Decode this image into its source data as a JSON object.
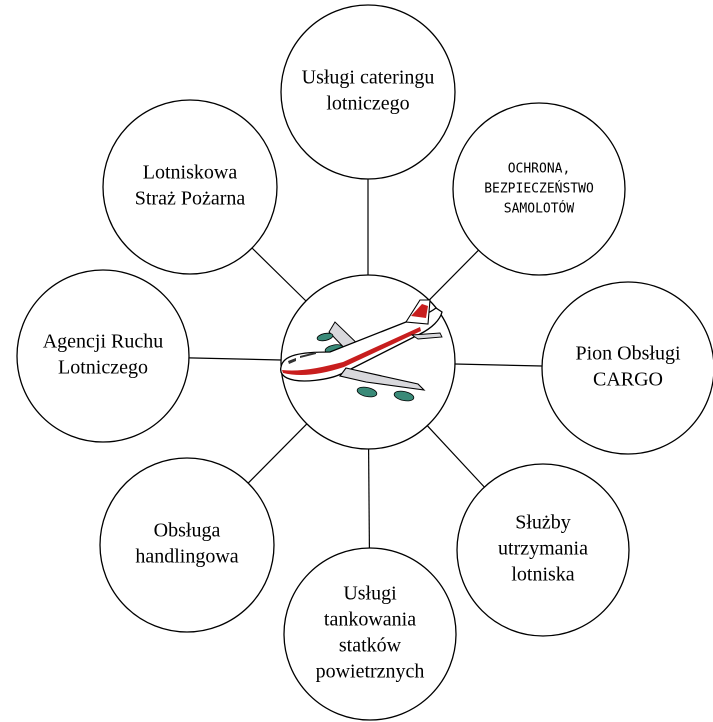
{
  "diagram": {
    "center_icon": "airplane-icon",
    "nodes": [
      {
        "id": "catering",
        "lines": [
          "Usługi cateringu",
          "lotniczego"
        ]
      },
      {
        "id": "ochrona",
        "lines": [
          "OCHRONA,",
          "BEZPIECZEŃSTWO",
          "SAMOLOTÓW"
        ]
      },
      {
        "id": "cargo",
        "lines": [
          "Pion Obsługi",
          "CARGO"
        ]
      },
      {
        "id": "sluzby",
        "lines": [
          "Służby",
          "utrzymania",
          "lotniska"
        ]
      },
      {
        "id": "tankowanie",
        "lines": [
          "Usługi",
          "tankowania",
          "statków",
          "powietrznych"
        ]
      },
      {
        "id": "handling",
        "lines": [
          "Obsługa",
          "handlingowa"
        ]
      },
      {
        "id": "agencji",
        "lines": [
          "Agencji Ruchu",
          "Lotniczego"
        ]
      },
      {
        "id": "straz",
        "lines": [
          "Lotniskowa",
          "Straż Pożarna"
        ]
      }
    ],
    "colors": {
      "stroke": "#000000",
      "fuselage": "#ffffff",
      "stripe": "#c81e1e",
      "wing": "#d8d8dc",
      "engine": "#3a8a78"
    }
  }
}
